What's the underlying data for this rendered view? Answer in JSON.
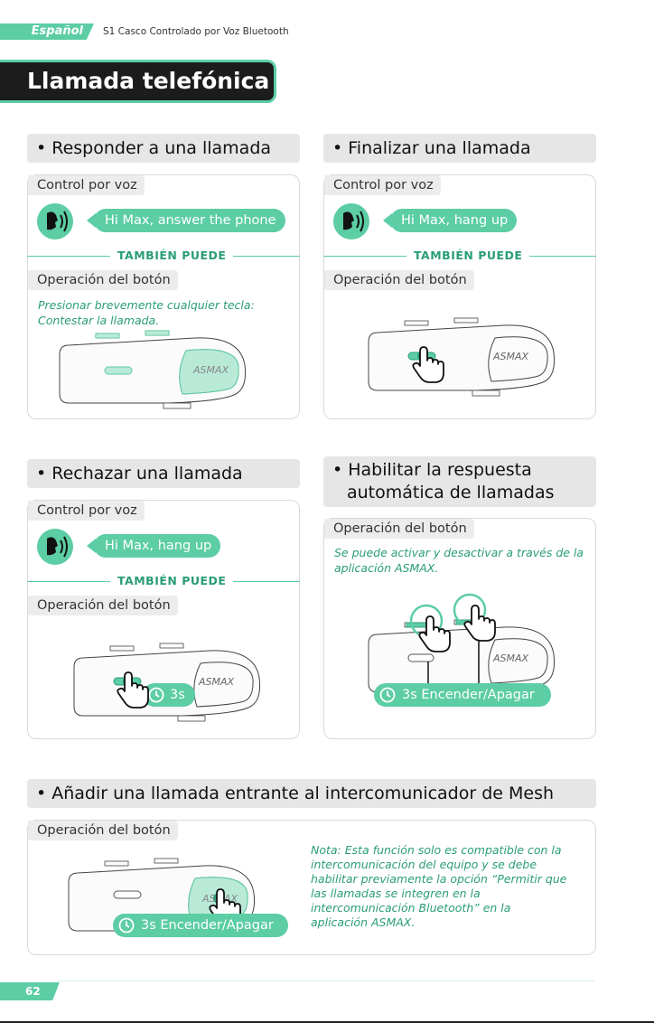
{
  "header": {
    "language": "Español",
    "product": "S1 Casco Controlado por Voz Bluetooth"
  },
  "page_title": "Llamada telefónica",
  "brand_logo": "ASMAX",
  "sections": {
    "answer": {
      "title": "• Responder a una llamada",
      "voice_tag": "Control por voz",
      "voice_command": "Hi Max, answer the phone",
      "also": "TAMBIÉN PUEDE",
      "button_tag": "Operación del botón",
      "note": "Presionar brevemente cualquier tecla: Contestar la llamada."
    },
    "end": {
      "title": "• Finalizar una llamada",
      "voice_tag": "Control por voz",
      "voice_command": "Hi Max, hang up",
      "also": "TAMBIÉN PUEDE",
      "button_tag": "Operación del botón"
    },
    "reject": {
      "title": "• Rechazar una llamada",
      "voice_tag": "Control por voz",
      "voice_command": "Hi Max, hang up",
      "also": "TAMBIÉN PUEDE",
      "button_tag": "Operación del botón",
      "hold": "3s"
    },
    "auto": {
      "title_line1": "• Habilitar la respuesta",
      "title_line2": "automática de llamadas",
      "button_tag": "Operación del botón",
      "note": "Se puede activar y desactivar a través de la aplicación ASMAX.",
      "hold": "3s Encender/Apagar"
    },
    "mesh": {
      "title": "• Añadir una llamada entrante al intercomunicador de Mesh",
      "button_tag": "Operación del botón",
      "hold": "3s Encender/Apagar",
      "note": "Nota: Esta función solo es compatible con la intercomunicación del equipo y se debe habilitar previamente la opción “Permitir que las llamadas se integren en la intercomunicación Bluetooth” en la aplicación ASMAX."
    }
  },
  "page_number": "62",
  "colors": {
    "accent": "#5ccda4",
    "accent_text": "#2a9d77",
    "dark": "#1c1c1c",
    "panel": "#e6e6e6"
  },
  "icons": [
    "voice-command-icon",
    "hand-pointer-icon",
    "clock-icon"
  ]
}
